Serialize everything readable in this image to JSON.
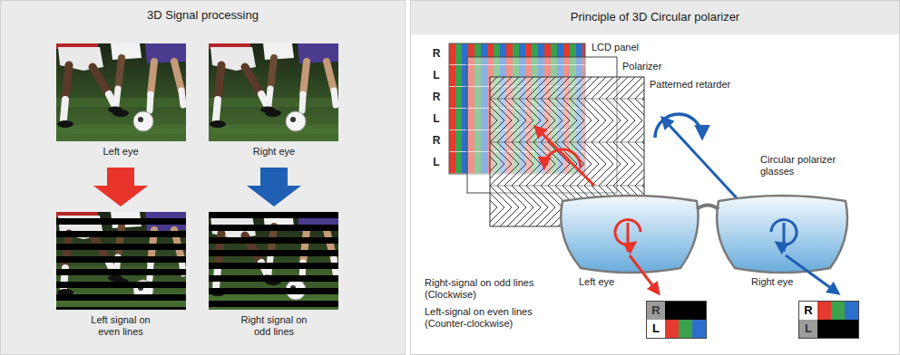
{
  "diagram": {
    "nodes": [
      {
        "text": [
          "3D Signal processing"
        ]
      },
      {
        "text": [
          "Principle of 3D Circular polarizer"
        ]
      },
      {
        "text": [
          "R",
          "L"
        ],
        "in": 1
      },
      {
        "text": [
          "R",
          "L"
        ],
        "in": 1
      }
    ],
    "labels": [
      "Left eye",
      "Right eye",
      "Left signal on even lines",
      "Right signal on odd lines",
      "R",
      "L",
      "R",
      "L",
      "R",
      "L",
      "LCD panel",
      "Polarizer",
      "Patterned retarder",
      "Circular polarizer glasses",
      "Right-signal on odd lines (Clockwise)",
      "Left-signal on even lines (Counter-clockwise)",
      "Left eye",
      "Right eye"
    ]
  }
}
